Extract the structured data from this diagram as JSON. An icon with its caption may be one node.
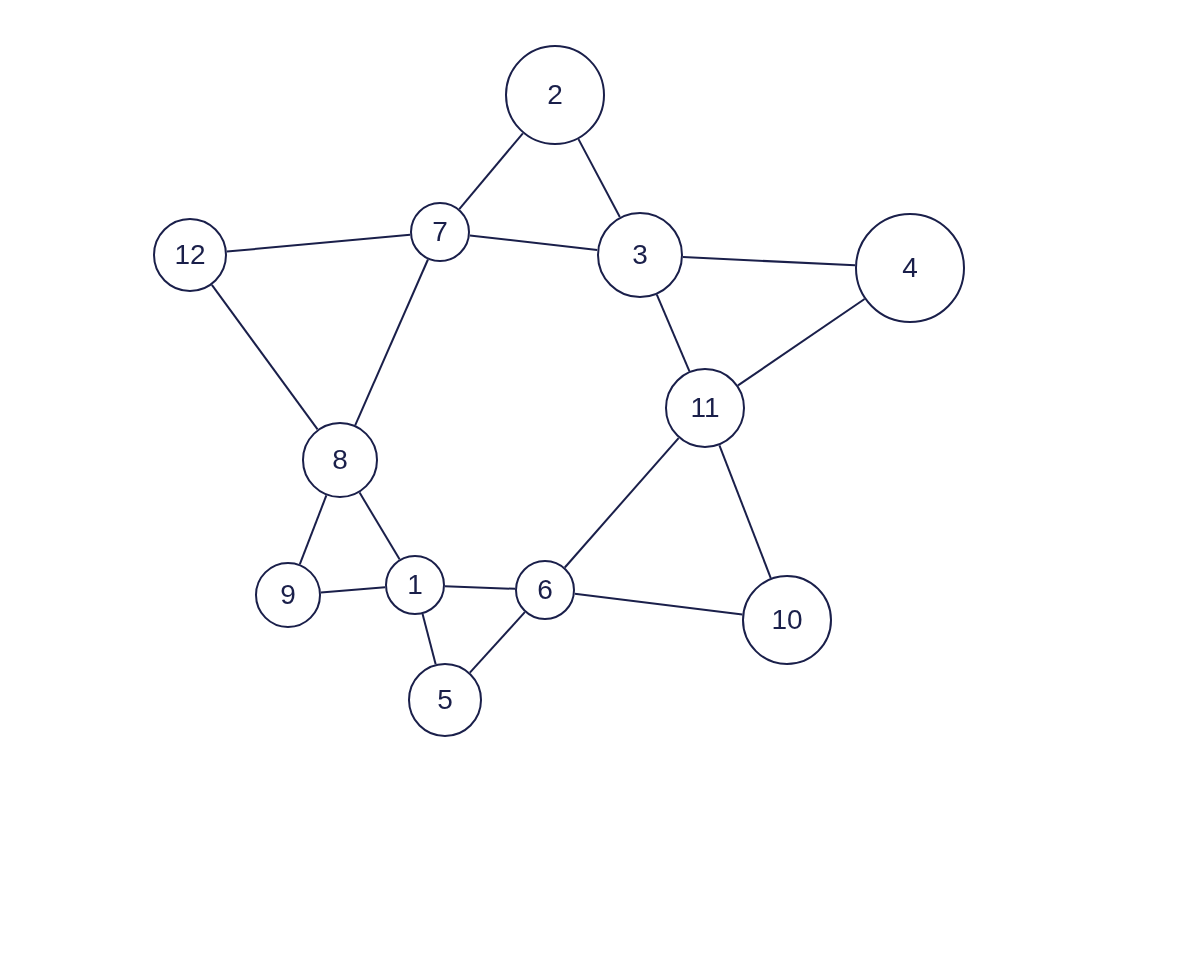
{
  "diagram": {
    "nodes": [
      {
        "text": [
          "2"
        ]
      },
      {
        "text": [
          "12"
        ]
      },
      {
        "text": [
          "7"
        ]
      },
      {
        "text": [
          "3"
        ]
      },
      {
        "text": [
          "4"
        ]
      },
      {
        "text": [
          "11"
        ]
      },
      {
        "text": [
          "8"
        ]
      },
      {
        "text": [
          "9"
        ]
      },
      {
        "text": [
          "1"
        ]
      },
      {
        "text": [
          "6"
        ]
      },
      {
        "text": [
          "10"
        ]
      },
      {
        "text": [
          "5"
        ]
      }
    ],
    "edges": [
      {
        "from": 0,
        "to": 2,
        "arrow": "none"
      },
      {
        "from": 2,
        "to": 6,
        "arrow": "none"
      },
      {
        "from": 6,
        "to": 7,
        "arrow": "none"
      },
      {
        "from": 0,
        "to": 3,
        "arrow": "none"
      },
      {
        "from": 3,
        "to": 5,
        "arrow": "none"
      },
      {
        "from": 5,
        "to": 10,
        "arrow": "none"
      },
      {
        "from": 7,
        "to": 8,
        "arrow": "none"
      },
      {
        "from": 8,
        "to": 9,
        "arrow": "none"
      },
      {
        "from": 9,
        "to": 10,
        "arrow": "none"
      },
      {
        "from": 1,
        "to": 2,
        "arrow": "none"
      },
      {
        "from": 2,
        "to": 3,
        "arrow": "none"
      },
      {
        "from": 3,
        "to": 4,
        "arrow": "none"
      },
      {
        "from": 1,
        "to": 6,
        "arrow": "none"
      },
      {
        "from": 6,
        "to": 8,
        "arrow": "none"
      },
      {
        "from": 8,
        "to": 11,
        "arrow": "none"
      },
      {
        "from": 4,
        "to": 5,
        "arrow": "none"
      },
      {
        "from": 5,
        "to": 9,
        "arrow": "none"
      },
      {
        "from": 9,
        "to": 11,
        "arrow": "none"
      }
    ]
  }
}
